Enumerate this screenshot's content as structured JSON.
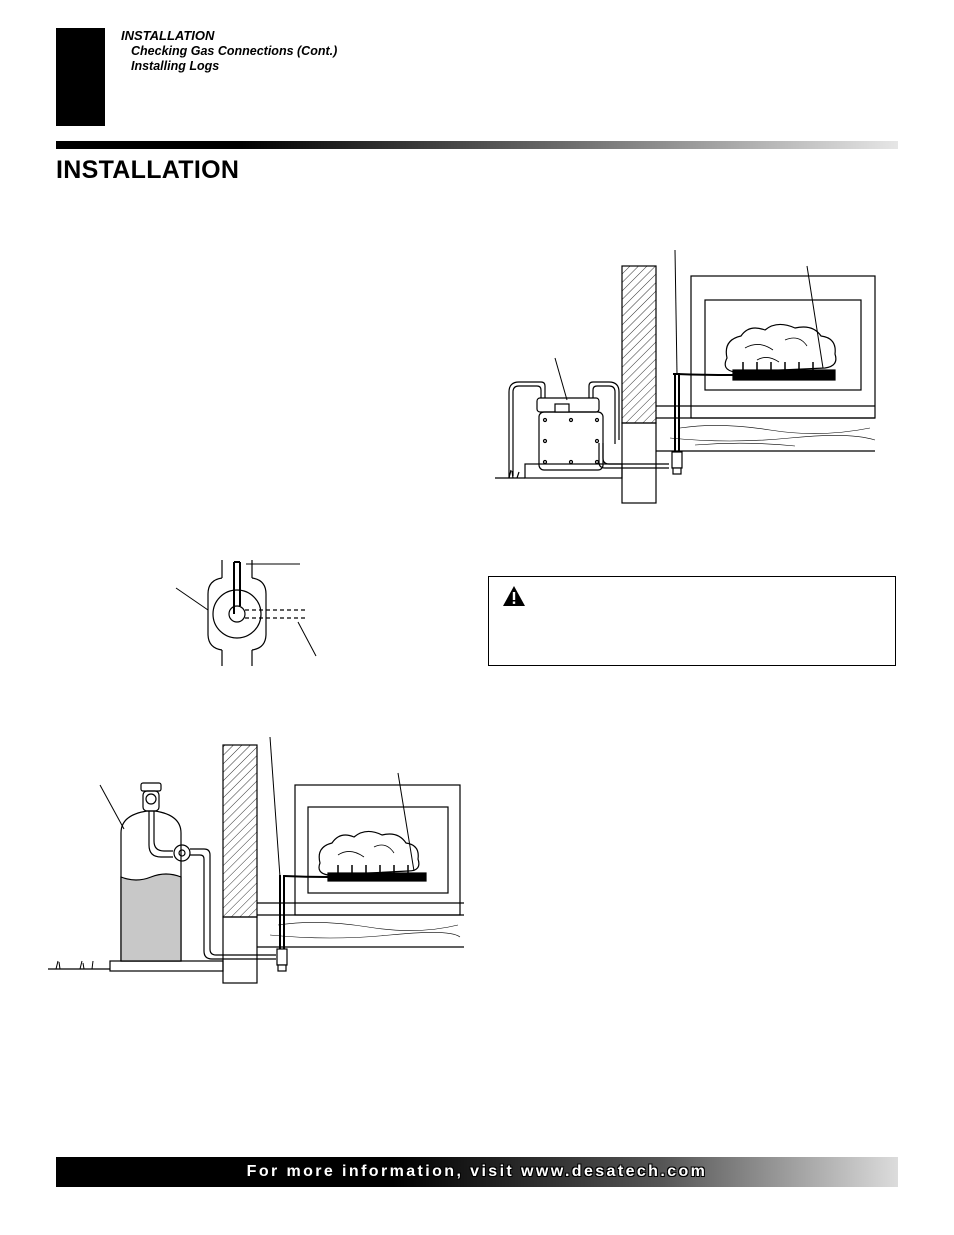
{
  "header": {
    "section": "INSTALLATION",
    "subsections": [
      "Checking Gas Connections (Cont.)",
      "Installing Logs"
    ]
  },
  "page_title": "INSTALLATION",
  "footer": {
    "text": "For more information, visit www.desatech.com"
  },
  "colors": {
    "black": "#000000",
    "lp_liquid": "#c8c8c8",
    "border": "#000000"
  },
  "icons": [
    "warning-triangle-icon"
  ]
}
